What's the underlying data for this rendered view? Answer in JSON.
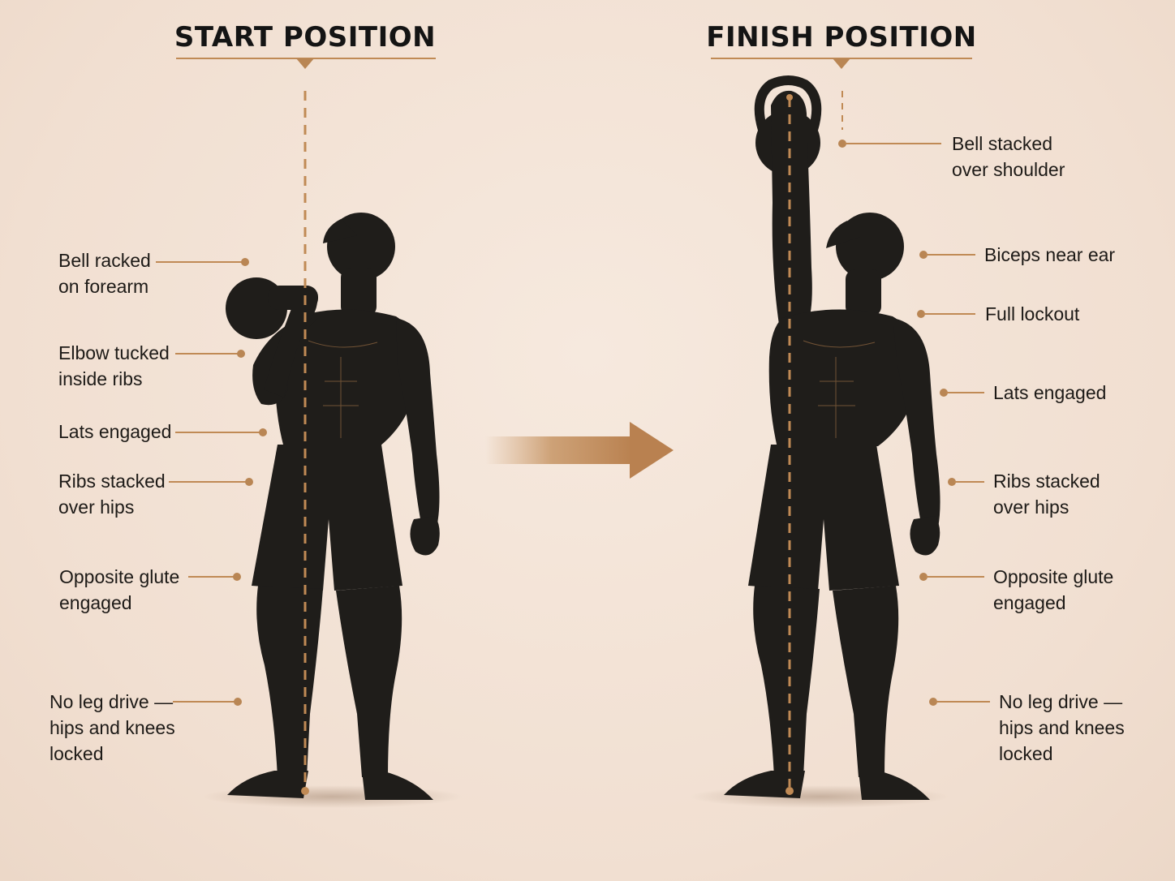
{
  "start": {
    "title": "START POSITION",
    "labels": [
      "Bell racked\non forearm",
      "Elbow tucked\ninside ribs",
      "Lats engaged",
      "Ribs stacked\nover hips",
      "Opposite glute\nengaged",
      "No leg drive —\nhips and knees\nlocked"
    ]
  },
  "finish": {
    "title": "FINISH POSITION",
    "labels": [
      "Bell stacked\nover shoulder",
      "Biceps near ear",
      "Full lockout",
      "Lats engaged",
      "Ribs stacked\nover hips",
      "Opposite glute\nengaged",
      "No leg drive —\nhips and knees\nlocked"
    ]
  },
  "colors": {
    "background": "#f3e3d6",
    "accent": "#c08a55",
    "figure": "#1f1d1a",
    "text": "#1d1a17"
  },
  "icons": {
    "arrow": "right-arrow-icon",
    "figure": "athlete-silhouette",
    "kettlebell": "kettlebell-icon"
  }
}
